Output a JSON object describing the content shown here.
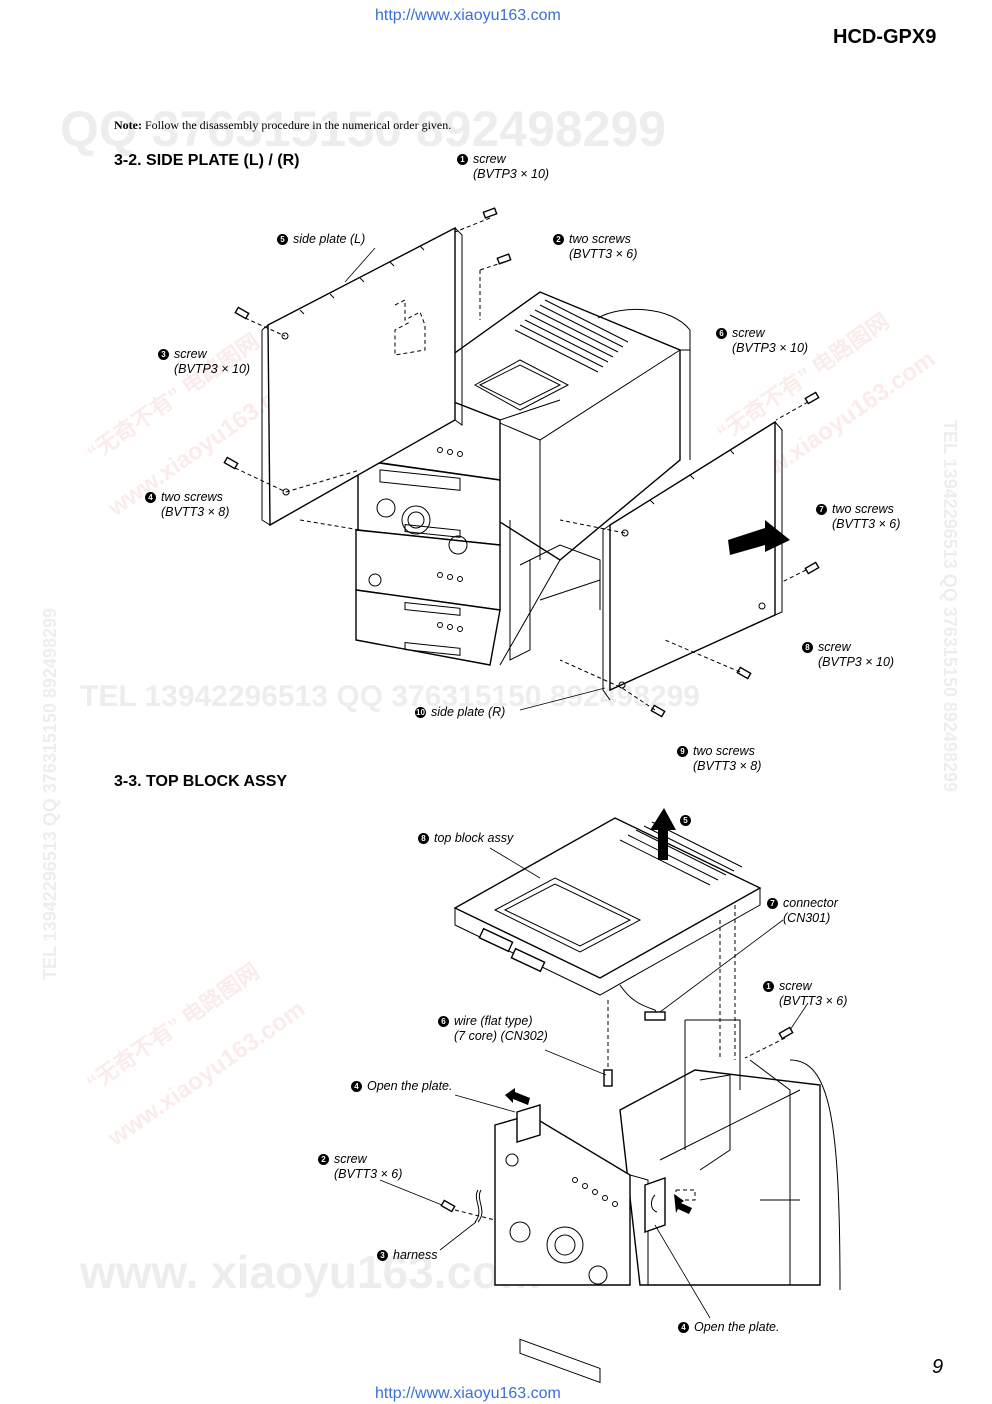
{
  "header": {
    "url_top": "http://www.xiaoyu163.com",
    "model": "HCD-GPX9"
  },
  "note": {
    "label": "Note:",
    "text": " Follow the disassembly procedure in the numerical order given."
  },
  "section_side": {
    "title": "3-2.   SIDE PLATE (L) / (R)",
    "callouts": [
      {
        "num": "1",
        "label": "screw",
        "sub": "(BVTP3 × 10)"
      },
      {
        "num": "2",
        "label": "two screws",
        "sub": "(BVTT3 × 6)"
      },
      {
        "num": "3",
        "label": "screw",
        "sub": "(BVTP3 × 10)"
      },
      {
        "num": "4",
        "label": "two screws",
        "sub": "(BVTT3 × 8)"
      },
      {
        "num": "5",
        "label": "side plate (L)",
        "sub": ""
      },
      {
        "num": "6",
        "label": "screw",
        "sub": "(BVTP3 × 10)"
      },
      {
        "num": "7",
        "label": "two screws",
        "sub": "(BVTT3 × 6)"
      },
      {
        "num": "8",
        "label": "screw",
        "sub": "(BVTP3 × 10)"
      },
      {
        "num": "9",
        "label": "two screws",
        "sub": "(BVTT3 × 8)"
      },
      {
        "num": "10",
        "label": "side plate (R)",
        "sub": ""
      }
    ]
  },
  "section_top": {
    "title": "3-3.   TOP BLOCK ASSY",
    "callouts": [
      {
        "num": "1",
        "label": "screw",
        "sub": "(BVTT3 × 6)"
      },
      {
        "num": "2",
        "label": "screw",
        "sub": "(BVTT3 × 6)"
      },
      {
        "num": "3",
        "label": "harness",
        "sub": ""
      },
      {
        "num": "4",
        "label": "Open the plate.",
        "sub": ""
      },
      {
        "num": "4",
        "label": "Open the plate.",
        "sub": ""
      },
      {
        "num": "5",
        "label": "",
        "sub": ""
      },
      {
        "num": "6",
        "label": "wire (flat type)",
        "sub": "(7 core) (CN302)"
      },
      {
        "num": "7",
        "label": "connector",
        "sub": "(CN301)"
      },
      {
        "num": "8",
        "label": "top block assy",
        "sub": ""
      }
    ]
  },
  "footer": {
    "page_number": "9",
    "url_bottom": "http://www.xiaoyu163.com"
  },
  "watermarks": {
    "qq_top": "QQ 376315150    892498299",
    "tel_mid": "TEL 13942296513   QQ 376315150   892498299",
    "side_right": "TEL 13942296513  QQ 376315150  892498299",
    "side_left": "TEL 13942296513  QQ 376315150  892498299",
    "brand": "“无奇不有” 电路图网",
    "site": "www.xiaoyu163.com",
    "bottom": "www. xiaoyu163.com"
  }
}
